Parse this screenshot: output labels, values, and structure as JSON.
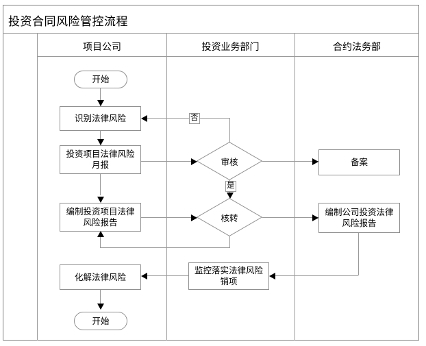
{
  "document": {
    "title": "投资合同风险管控流程"
  },
  "columns": [
    {
      "label": "项目公司"
    },
    {
      "label": "投资业务部门"
    },
    {
      "label": "合约法务部"
    }
  ],
  "nodes": {
    "start": {
      "label": "开始",
      "shape": "oval",
      "lane": "项目公司"
    },
    "identify_risk": {
      "label": "识别法律风险",
      "shape": "process",
      "lane": "项目公司"
    },
    "monthly_report": {
      "label": "投资项目法律风险\n月报",
      "shape": "process",
      "lane": "项目公司"
    },
    "compile_project_report": {
      "label": "编制投资项目法律\n风险报告",
      "shape": "process",
      "lane": "项目公司"
    },
    "resolve_risk": {
      "label": "化解法律风险",
      "shape": "process",
      "lane": "项目公司"
    },
    "end": {
      "label": "开始",
      "shape": "oval",
      "lane": "项目公司"
    },
    "review": {
      "label": "审核",
      "shape": "decision",
      "lane": "投资业务部门"
    },
    "transfer": {
      "label": "核转",
      "shape": "decision",
      "lane": "投资业务部门"
    },
    "monitor": {
      "label": "监控落实法律风险\n销项",
      "shape": "process",
      "lane": "投资业务部门"
    },
    "filing": {
      "label": "备案",
      "shape": "process",
      "lane": "合约法务部"
    },
    "compile_company_report": {
      "label": "编制公司投资法律\n风险报告",
      "shape": "process",
      "lane": "合约法务部"
    }
  },
  "edge_labels": {
    "no": "否",
    "yes": "是"
  }
}
